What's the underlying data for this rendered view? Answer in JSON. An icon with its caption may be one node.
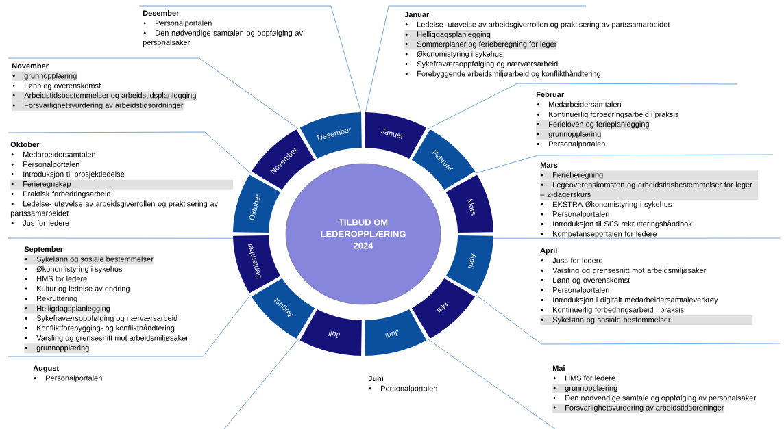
{
  "diagram": {
    "nodes": [
      {
        "text": [
          "TILBUD OM LEDEROPPLÆRING 2024"
        ]
      },
      {
        "text": [
          "Januar"
        ],
        "beside": [
          "Januar",
          "Ledelse- utøvelse av arbeidsgiverrollen og praktisering av partssamarbeidet",
          "Helligdagsplanlegging",
          "Sommerplaner og ferieberegning for leger",
          "Økonomistyring i sykehus",
          "Sykefraværsoppfølging og nærværsarbeid",
          "Forebyggende arbeidsmiljøarbeid og konflikthåndtering"
        ]
      },
      {
        "text": [
          "Februar"
        ],
        "beside": [
          "Februar",
          "Medarbeidersamtalen",
          "Kontinuerlig forbedringsarbeid i praksis",
          "Ferieloven og ferieplanlegging",
          "grunnopplæring",
          "Personalportalen"
        ]
      },
      {
        "text": [
          "Mars"
        ],
        "beside": [
          "Mars",
          "Ferieberegning",
          "Legeoverenskomsten og arbeidstidsbestemmelser for leger – 2-dagerskurs",
          "EKSTRA Økonomistyring i sykehus",
          "Personalportalen",
          "Introduksjon til SI`S rekrutteringshåndbok",
          "Kompetanseportalen for ledere"
        ]
      },
      {
        "text": [
          "April"
        ],
        "beside": [
          "April",
          "Juss for ledere",
          "Varsling og grensesnitt mot arbeidsmiljøsaker",
          "Lønn og overenskomst",
          "Personalportalen",
          "Introduksjon i digitalt medarbeidersamtaleverktøy",
          "Kontinuerlig forbedringsarbeid i praksis",
          "Sykelønn og sosiale bestemmelser"
        ]
      },
      {
        "text": [
          "Mai"
        ],
        "beside": [
          "Mai",
          "HMS for ledere",
          "grunnopplæring",
          "Den nødvendige samtale og oppfølging av personalsaker",
          "Forsvarlighetsvurdering av arbeidstidsordninger"
        ]
      },
      {
        "text": [
          "Juni"
        ],
        "beside": [
          "Juni",
          "Personalportalen"
        ]
      },
      {
        "text": [
          "Juli"
        ]
      },
      {
        "text": [
          "August"
        ],
        "beside": [
          "August",
          "Personalportalen"
        ]
      },
      {
        "text": [
          "September"
        ],
        "beside": [
          "September",
          "Sykelønn og sosiale bestemmelser",
          "Økonomistyring i sykehus",
          "HMS for ledere",
          "Kultur og ledelse av endring",
          "Rekruttering",
          "Helligdagsplanlegging",
          "Sykefraværsoppfølging og nærværsarbeid",
          "Konfliktforebygging- og konflikthåndtering",
          "Varsling og grensesnitt mot arbeidsmiljøsaker",
          "grunnopplæring"
        ]
      },
      {
        "text": [
          "Oktober"
        ],
        "beside": [
          "Oktober",
          "Medarbeidersamtalen",
          "Personalportalen",
          "Introduksjon til prosjektledelse",
          "Ferieregnskap",
          "Praktisk forbedringsarbeid",
          "Ledelse- utøvelse av arbeidsgiverrollen og praktisering av partssamarbeidet",
          "Jus for ledere"
        ]
      },
      {
        "text": [
          "November"
        ],
        "beside": [
          "November",
          "grunnopplæring",
          "Lønn og overenskomst",
          "Arbeidstidsbestemmelser og arbeidstidsplanlegging",
          "Forsvarlighetsvurdering av arbeidstidsordninger"
        ]
      },
      {
        "text": [
          "Desember"
        ],
        "beside": [
          "Desember",
          "Personalportalen",
          "Den nødvendige samtalen og oppfølging av personalsaker"
        ]
      }
    ]
  }
}
